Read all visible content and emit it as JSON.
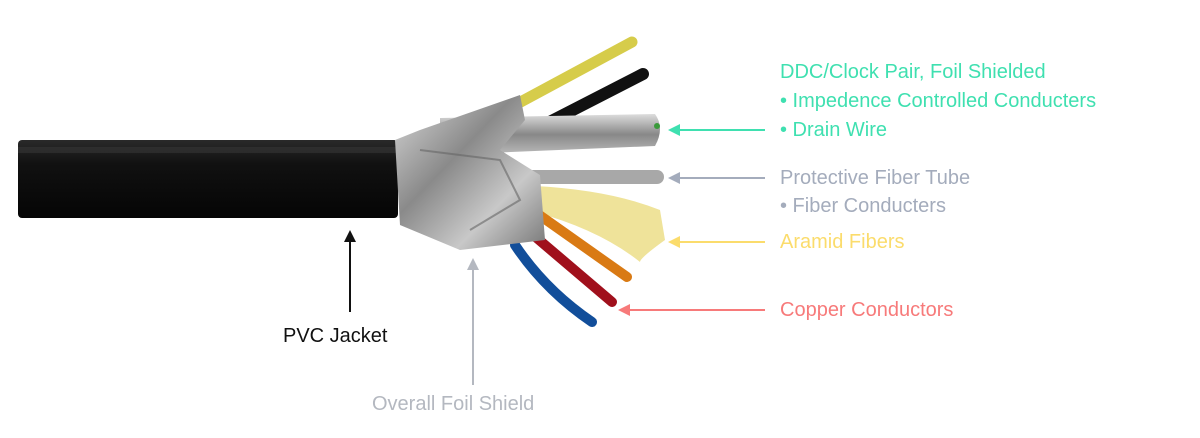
{
  "colors": {
    "ddc": "#3fe0b0",
    "fiber_tube": "#a4acbc",
    "aramid": "#fbdc6c",
    "copper": "#f77a7a",
    "jacket_label": "#111111",
    "foil_label": "#b4b8c0"
  },
  "labels": {
    "ddc_title": "DDC/Clock Pair, Foil Shielded",
    "ddc_item1": "• Impedence Controlled Conducters",
    "ddc_item2": "• Drain Wire",
    "fiber_tube": "Protective Fiber Tube",
    "fiber_item": "• Fiber Conducters",
    "aramid": "Aramid Fibers",
    "copper": "Copper Conductors",
    "jacket": "PVC Jacket",
    "foil": "Overall Foil Shield"
  }
}
